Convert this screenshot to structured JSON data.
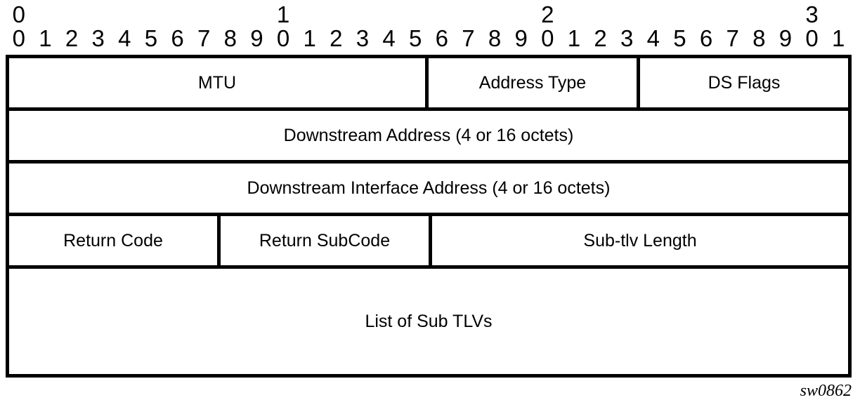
{
  "figure": {
    "caption": "sw0862",
    "colors": {
      "border": "#000000",
      "background": "#ffffff",
      "text": "#000000"
    }
  },
  "ruler": {
    "tens": [
      {
        "label": "0",
        "bit": 0
      },
      {
        "label": "1",
        "bit": 10
      },
      {
        "label": "2",
        "bit": 20
      },
      {
        "label": "3",
        "bit": 30
      }
    ],
    "bits": [
      "0",
      "1",
      "2",
      "3",
      "4",
      "5",
      "6",
      "7",
      "8",
      "9",
      "0",
      "1",
      "2",
      "3",
      "4",
      "5",
      "6",
      "7",
      "8",
      "9",
      "0",
      "1",
      "2",
      "3",
      "4",
      "5",
      "6",
      "7",
      "8",
      "9",
      "0",
      "1"
    ]
  },
  "rows": [
    {
      "fields": [
        {
          "label": "MTU",
          "bits": 16
        },
        {
          "label": "Address Type",
          "bits": 8
        },
        {
          "label": "DS Flags",
          "bits": 8
        }
      ]
    },
    {
      "fields": [
        {
          "label": "Downstream Address (4 or 16 octets)",
          "bits": 32
        }
      ]
    },
    {
      "fields": [
        {
          "label": "Downstream Interface Address (4 or 16 octets)",
          "bits": 32
        }
      ]
    },
    {
      "fields": [
        {
          "label": "Return Code",
          "bits": 8
        },
        {
          "label": "Return SubCode",
          "bits": 8
        },
        {
          "label": "Sub-tlv Length",
          "bits": 16
        }
      ]
    },
    {
      "tall": true,
      "fields": [
        {
          "label": "List of Sub TLVs",
          "bits": 32
        }
      ]
    }
  ]
}
